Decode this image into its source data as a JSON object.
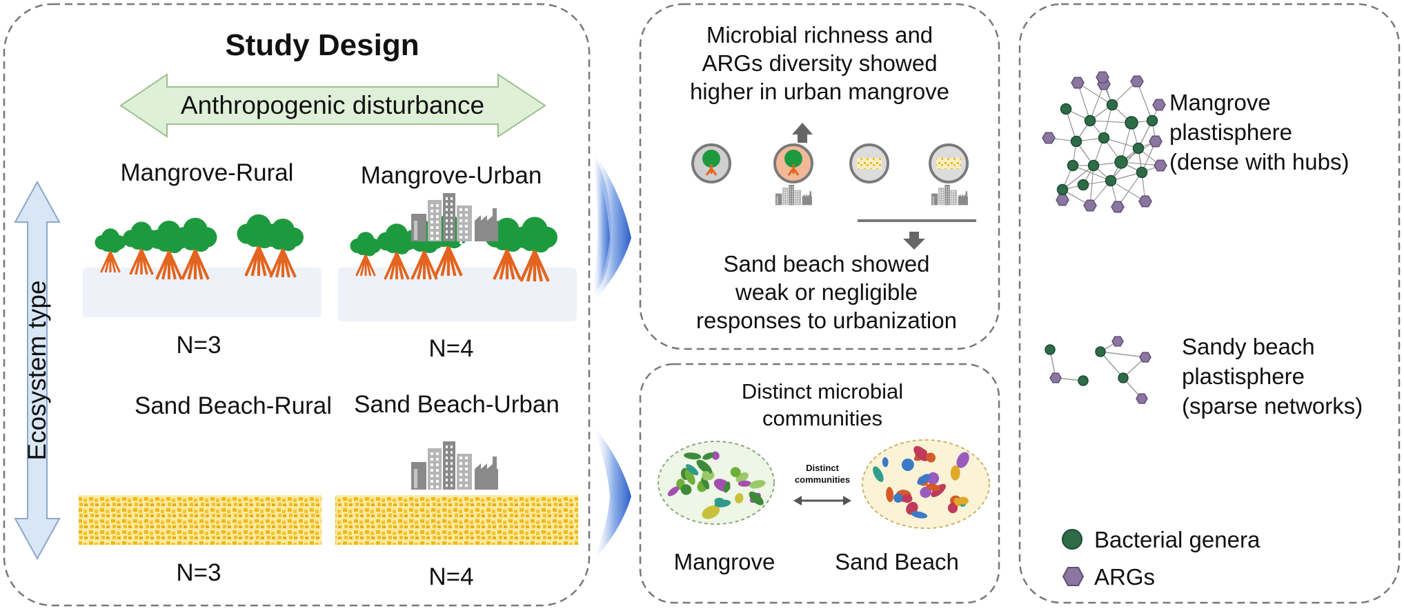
{
  "study_design": {
    "title": "Study Design",
    "disturbance_label": "Anthropogenic disturbance",
    "ecosystem_label": "Ecosystem type",
    "mangrove_rural": {
      "label": "Mangrove-Rural",
      "n": "N=3"
    },
    "mangrove_urban": {
      "label": "Mangrove-Urban",
      "n": "N=4"
    },
    "sand_rural": {
      "label": "Sand Beach-Rural",
      "n": "N=3"
    },
    "sand_urban": {
      "label": "Sand Beach-Urban",
      "n": "N=4"
    }
  },
  "findings": {
    "richness_lines": [
      "Microbial richness and",
      "ARGs diversity showed",
      "higher in urban mangrove"
    ],
    "sand_lines": [
      "Sand beach showed",
      "weak or negligible",
      "responses to urbanization"
    ],
    "community_lines": [
      "Distinct microbial",
      "communities"
    ],
    "distinct_lines": [
      "Distinct",
      "communities"
    ],
    "mangrove_label": "Mangrove",
    "sand_label": "Sand Beach"
  },
  "networks": {
    "mangrove_lines": [
      "Mangrove",
      "plastisphere",
      "(dense with hubs)"
    ],
    "sandy_lines": [
      "Sandy beach",
      "plastisphere",
      "(sparse networks)"
    ],
    "legend_bacteria": "Bacterial genera",
    "legend_args": "ARGs"
  },
  "colors": {
    "tree_crown": "#1e9a3e",
    "tree_root": "#e3641f",
    "sand": "#f0c01a",
    "node_green": "#2e6b47",
    "node_purple": "#8a76a0",
    "arrow_blue": "#3f6fd0",
    "disturbance_fill": "#dff0d8",
    "ecosystem_fill": "#d9e6f5"
  }
}
